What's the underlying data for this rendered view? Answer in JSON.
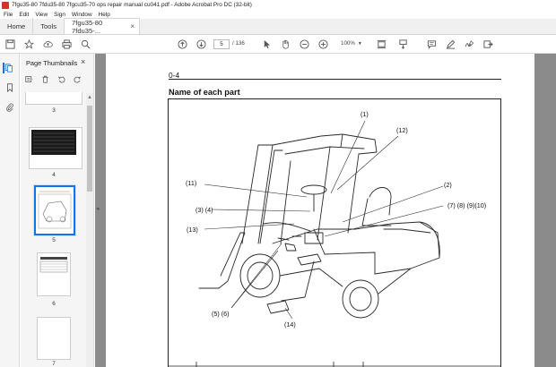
{
  "window": {
    "title": "7fgu35-80 7fdu35-80 7fgcu35-70 ops repair manual cu041.pdf - Adobe Acrobat Pro DC (32-bit)"
  },
  "menu": [
    "File",
    "Edit",
    "View",
    "Sign",
    "Window",
    "Help"
  ],
  "tabs": [
    {
      "label": "Home"
    },
    {
      "label": "Tools"
    },
    {
      "label": "7fgu35-80 7fdu35-..."
    }
  ],
  "toolbar": {
    "current_page": "5",
    "page_count": "/ 136",
    "zoom": "100%"
  },
  "thumbnails_panel": {
    "title": "Page Thumbnails",
    "pages": [
      "3",
      "4",
      "5",
      "6",
      "7"
    ],
    "selected_page": "5"
  },
  "document": {
    "page_number": "0-4",
    "heading": "Name of each part",
    "callouts": [
      "(1)",
      "(12)",
      "(11)",
      "(3) (4)",
      "(2)",
      "(7) (8) (9)(10)",
      "(13)",
      "(5) (6)",
      "(14)"
    ]
  },
  "colors": {
    "accent": "#1473e6",
    "viewer_background": "#8b8b8b",
    "acrobat_red": "#d3332c"
  }
}
